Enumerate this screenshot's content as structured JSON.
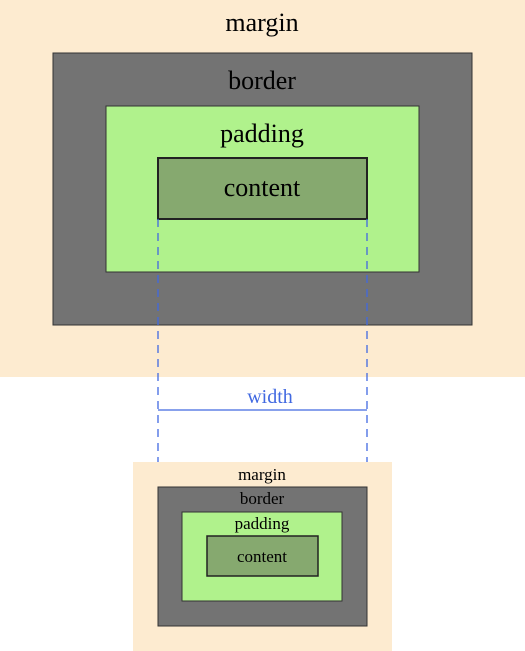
{
  "large_box": {
    "margin_label": "margin",
    "border_label": "border",
    "padding_label": "padding",
    "content_label": "content"
  },
  "dimension": {
    "width_label": "width"
  },
  "small_box": {
    "margin_label": "margin",
    "border_label": "border",
    "padding_label": "padding",
    "content_label": "content"
  },
  "colors": {
    "margin": "#fdebd0",
    "border": "#737373",
    "padding": "#b0f28c",
    "content": "#86a96f",
    "guide": "#4169e1",
    "text": "#000000"
  }
}
